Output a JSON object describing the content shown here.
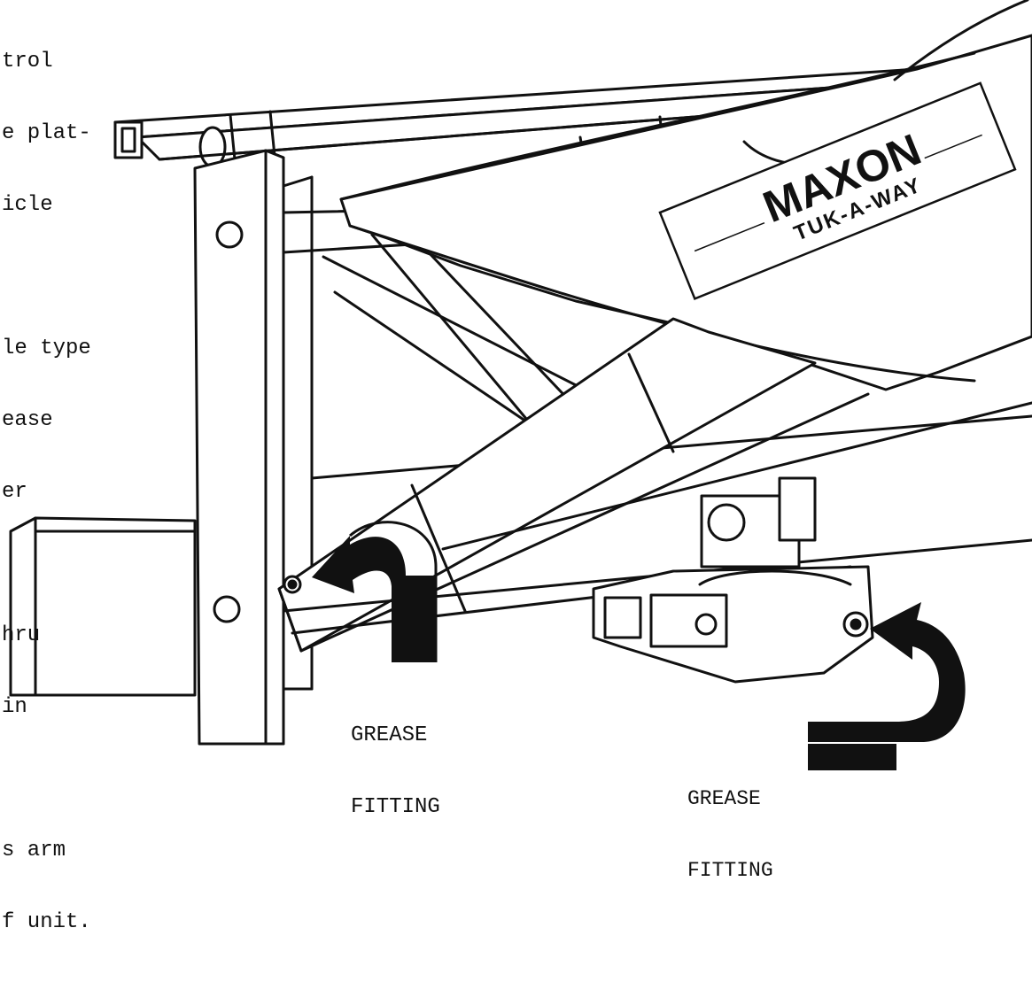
{
  "side_text": {
    "lines": [
      "trol",
      "e plat-",
      "icle",
      "",
      "le type",
      "ease",
      "er",
      "",
      "hru",
      "in",
      "",
      "s arm",
      "f unit."
    ]
  },
  "callouts": {
    "left": {
      "line1": "GREASE",
      "line2": "FITTING"
    },
    "right": {
      "line1": "GREASE",
      "line2": "FITTING"
    }
  },
  "nameplate": {
    "brand": "MAXON",
    "model": "TUK-A-WAY"
  },
  "colors": {
    "ink": "#111111",
    "paper": "#ffffff"
  },
  "icons": {
    "arrows": [
      "curved-arrow-icon",
      "curved-arrow-icon"
    ]
  }
}
